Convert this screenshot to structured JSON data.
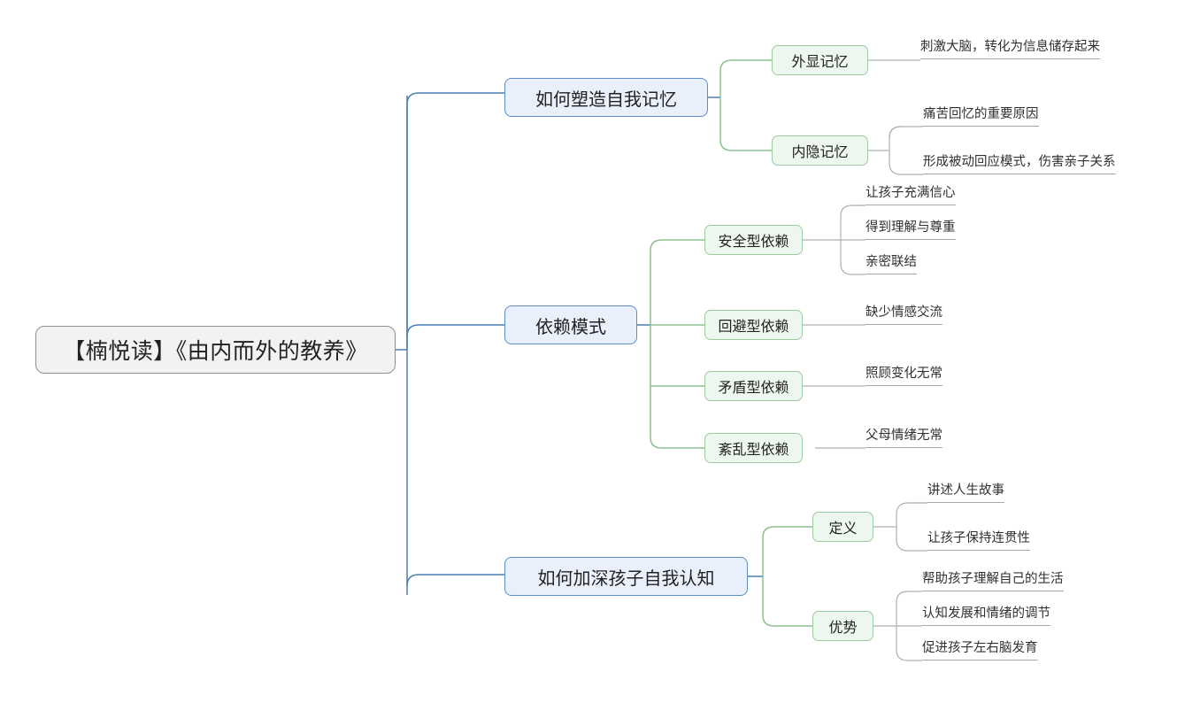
{
  "diagram": {
    "type": "mind-map",
    "title": "【楠悦读】《由内而外的教养》",
    "colors": {
      "root_fill": "#f2f2f2",
      "root_border": "#909090",
      "level1_fill": "#eaf0fb",
      "level1_border": "#5b8dc8",
      "level2_fill": "#eef7ef",
      "level2_border": "#9ecaa0",
      "leaf_underline": "#a8a8a8",
      "connector_blue": "#4a7fb5",
      "connector_green": "#8cc08e",
      "connector_gray": "#b0b0b0",
      "background": "#ffffff"
    },
    "root": {
      "label": "【楠悦读】《由内而外的教养》"
    },
    "branches": [
      {
        "label": "如何塑造自我记忆",
        "children": [
          {
            "label": "外显记忆",
            "leaves": [
              "刺激大脑，转化为信息储存起来"
            ]
          },
          {
            "label": "内隐记忆",
            "leaves": [
              "痛苦回忆的重要原因",
              "形成被动回应模式，伤害亲子关系"
            ]
          }
        ]
      },
      {
        "label": "依赖模式",
        "children": [
          {
            "label": "安全型依赖",
            "leaves": [
              "让孩子充满信心",
              "得到理解与尊重",
              "亲密联结"
            ]
          },
          {
            "label": "回避型依赖",
            "leaves": [
              "缺少情感交流"
            ]
          },
          {
            "label": "矛盾型依赖",
            "leaves": [
              "照顾变化无常"
            ]
          },
          {
            "label": "紊乱型依赖",
            "leaves": [
              "父母情绪无常"
            ]
          }
        ]
      },
      {
        "label": "如何加深孩子自我认知",
        "children": [
          {
            "label": "定义",
            "leaves": [
              "讲述人生故事",
              "让孩子保持连贯性"
            ]
          },
          {
            "label": "优势",
            "leaves": [
              "帮助孩子理解自己的生活",
              "认知发展和情绪的调节",
              "促进孩子左右脑发育"
            ]
          }
        ]
      }
    ]
  }
}
